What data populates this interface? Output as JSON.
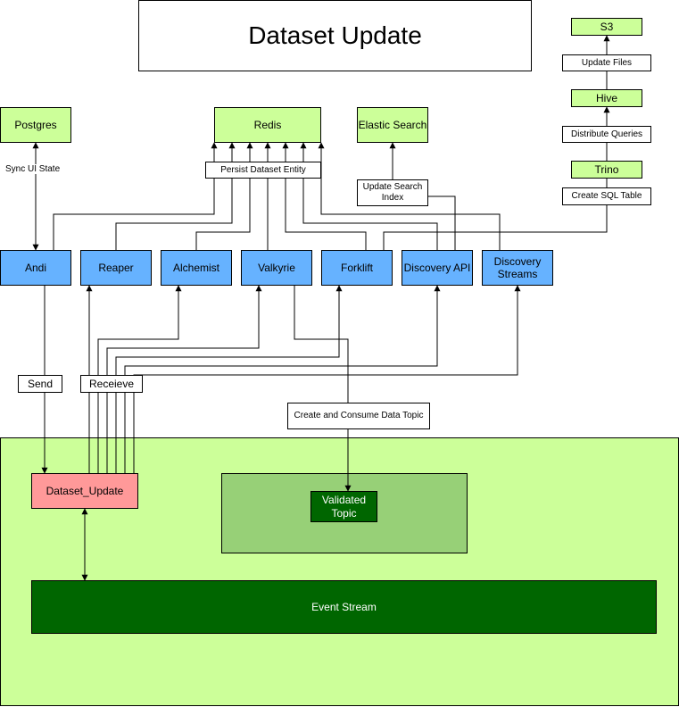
{
  "title": "Dataset Update",
  "stores": {
    "postgres": "Postgres",
    "redis": "Redis",
    "elastic_search": "Elastic Search",
    "s3": "S3",
    "hive": "Hive",
    "trino": "Trino"
  },
  "services": {
    "andi": "Andi",
    "reaper": "Reaper",
    "alchemist": "Alchemist",
    "valkyrie": "Valkyrie",
    "forklift": "Forklift",
    "discovery_api": "Discovery API",
    "discovery_streams": "Discovery Streams"
  },
  "labels": {
    "sync_ui_state": "Sync UI State",
    "persist_dataset_entity": "Persist Dataset Entity",
    "update_search_index": "Update Search Index",
    "update_files": "Update Files",
    "distribute_queries": "Distribute Queries",
    "create_sql_table": "Create SQL Table",
    "send": "Send",
    "receive": "Receieve",
    "create_consume_topic": "Create and Consume Data Topic"
  },
  "topics": {
    "dataset_update": "Dataset_Update",
    "validated_topic": "Validated Topic",
    "event_stream": "Event Stream"
  },
  "colors": {
    "store_fill": "#ccff99",
    "service_fill": "#66b2ff",
    "topic_fill": "#ff9999",
    "stream_fill": "#006600",
    "region_fill": "#ccff99",
    "inner_region_fill": "#97d077"
  }
}
